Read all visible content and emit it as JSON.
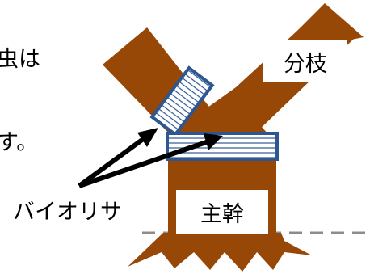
{
  "diagram": {
    "text_fragment_1": "虫は",
    "text_fragment_2": "す。",
    "label_branch": "分枝",
    "label_trunk": "主幹",
    "label_bioriser": "バイオリサ",
    "colors": {
      "tree": "#974706",
      "band_border": "#2E5790",
      "arrow": "#000000",
      "ground_line": "#8C8C8C"
    }
  }
}
